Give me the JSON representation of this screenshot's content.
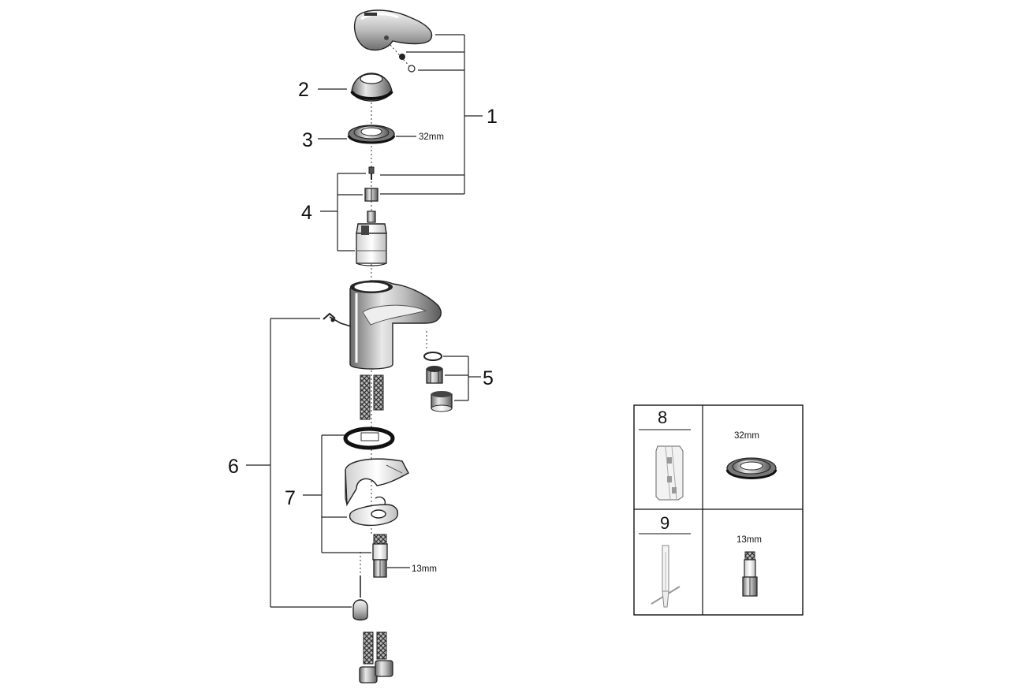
{
  "callouts": {
    "c1": "1",
    "c2": "2",
    "c3": "3",
    "c4": "4",
    "c5": "5",
    "c6": "6",
    "c7": "7"
  },
  "dimensions": {
    "ring_size": "32mm",
    "nut_size": "13mm"
  },
  "tools_table": {
    "tool_8_number": "8",
    "tool_8_size": "32mm",
    "tool_9_number": "9",
    "tool_9_size": "13mm"
  }
}
